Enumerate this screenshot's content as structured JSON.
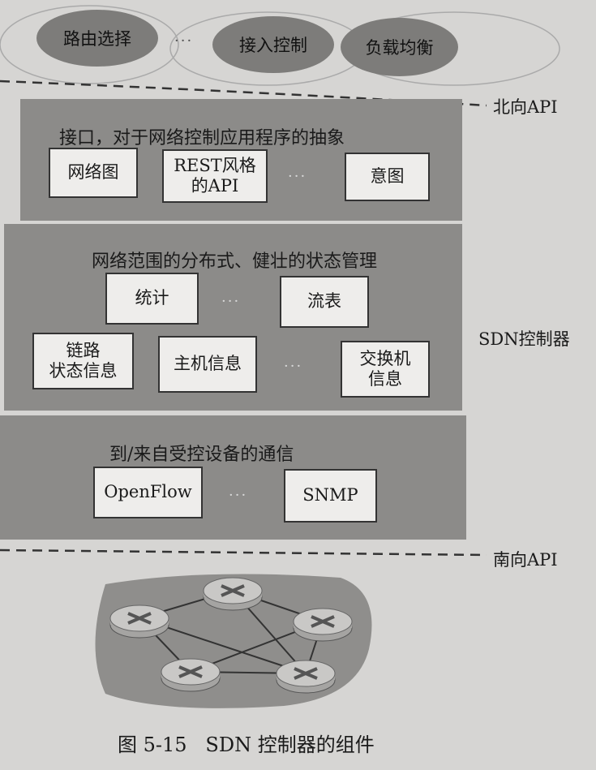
{
  "applications": {
    "items": [
      "路由选择",
      "接入控制",
      "负载均衡"
    ],
    "ellipsis": "···"
  },
  "northbound_label": "北向API",
  "southbound_label": "南向API",
  "controller_label": "SDN控制器",
  "layers": [
    {
      "title": "接口，对于网络控制应用程序的抽象",
      "boxes": [
        "网络图",
        "REST风格\n的API",
        "意图"
      ],
      "ellipsis": "···"
    },
    {
      "title": "网络范围的分布式、健壮的状态管理",
      "boxes": [
        "统计",
        "流表",
        "链路\n状态信息",
        "主机信息",
        "交换机\n信息"
      ],
      "ellipsis": "···"
    },
    {
      "title": "到/来自受控设备的通信",
      "boxes": [
        "OpenFlow",
        "SNMP"
      ],
      "ellipsis": "···"
    }
  ],
  "caption": "图 5-15   SDN 控制器的组件",
  "colors": {
    "paper": "#d6d5d3",
    "layer": "#8c8b89",
    "box": "#eeedeb"
  }
}
